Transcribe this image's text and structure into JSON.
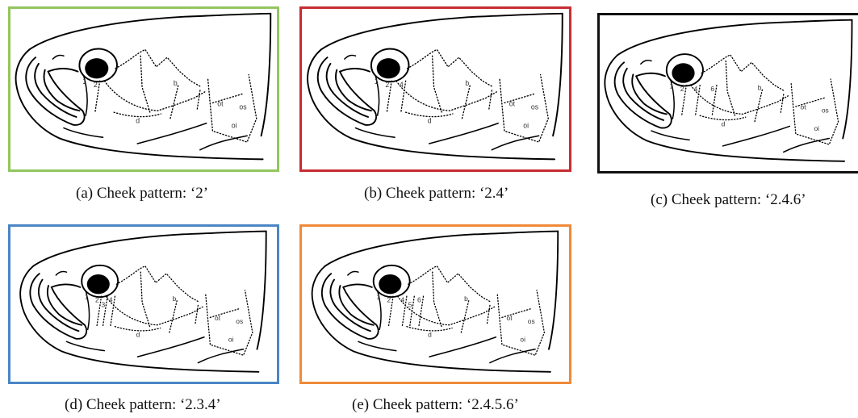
{
  "panels": [
    {
      "id": "a",
      "caption": "(a) Cheek pattern: ‘2’",
      "border_color": "#92c660",
      "pattern": [
        2
      ]
    },
    {
      "id": "b",
      "caption": "(b) Cheek pattern: ‘2.4’",
      "border_color": "#c62d32",
      "pattern": [
        2,
        4
      ]
    },
    {
      "id": "c",
      "caption": "(c) Cheek pattern: ‘2.4.6’",
      "border_color": "#111111",
      "pattern": [
        2,
        4,
        6
      ]
    },
    {
      "id": "d",
      "caption": "(d) Cheek pattern: ‘2.3.4’",
      "border_color": "#4a86c5",
      "pattern": [
        2,
        3,
        4
      ]
    },
    {
      "id": "e",
      "caption": "(e) Cheek pattern: ‘2.4.5.6’",
      "border_color": "#ef8a3a",
      "pattern": [
        2,
        4,
        5,
        6
      ]
    }
  ],
  "labels": {
    "b": "b",
    "d": "d",
    "ot": "ot",
    "os": "os",
    "oi": "oi"
  }
}
